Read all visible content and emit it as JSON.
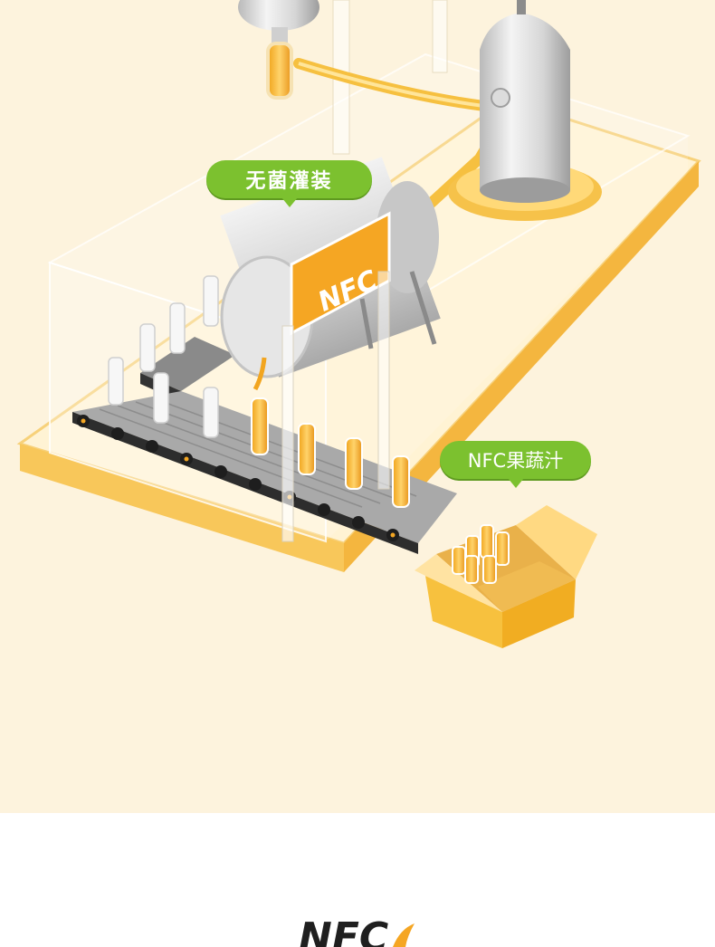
{
  "labels": {
    "aseptic_filling": "无菌灌装",
    "nfc_juice": "NFC果蔬汁"
  },
  "logo": {
    "text": "NFC"
  },
  "colors": {
    "background": "#fdf3dd",
    "label_green": "#7cc12f",
    "accent_orange": "#f5a623",
    "white_area": "#ffffff"
  }
}
